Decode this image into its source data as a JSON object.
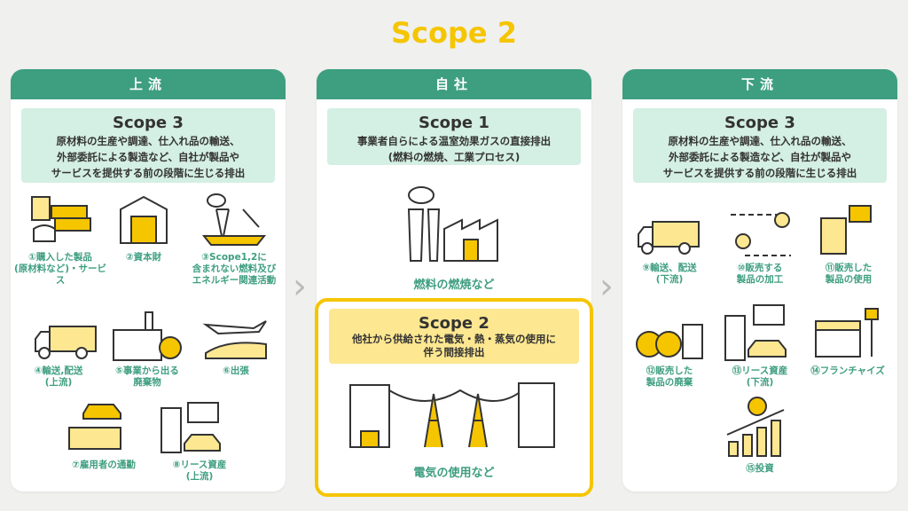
{
  "title": "Scope 2",
  "panels": {
    "upstream": {
      "header": "上流",
      "scope": "Scope 3",
      "desc1": "原材料の生産や調達、仕入れ品の輸送、",
      "desc2": "外部委託による製造など、自社が製品や",
      "desc3": "サービスを提供する前の段階に生じる排出",
      "items": [
        "①購入した製品\n(原材料など)・サービス",
        "②資本財",
        "③Scope1,2に\n含まれない燃料及び\nエネルギー関連活動",
        "④輸送,配送\n(上流)",
        "⑤事業から出る\n廃棄物",
        "⑥出張",
        "⑦雇用者の通勤",
        "⑧リース資産\n(上流)"
      ]
    },
    "company": {
      "header": "自社",
      "scope": "Scope 1",
      "desc1": "事業者自らによる温室効果ガスの直接排出",
      "desc2": "(燃料の燃焼、工業プロセス)",
      "label1": "燃料の燃焼など",
      "scope2": "Scope 2",
      "scope2_desc1": "他社から供給された電気・熱・蒸気の使用に",
      "scope2_desc2": "伴う間接排出",
      "label2": "電気の使用など"
    },
    "downstream": {
      "header": "下流",
      "scope": "Scope 3",
      "desc1": "原材料の生産や調達、仕入れ品の輸送、",
      "desc2": "外部委託による製造など、自社が製品や",
      "desc3": "サービスを提供する前の段階に生じる排出",
      "items": [
        "⑨輸送、配送\n(下流)",
        "⑩販売する\n製品の加工",
        "⑪販売した\n製品の使用",
        "⑫販売した\n製品の廃棄",
        "⑬リース資産\n(下流)",
        "⑭フランチャイズ",
        "⑮投資"
      ]
    }
  },
  "colors": {
    "green": "#3e9e80",
    "yellow": "#f5c500",
    "mint": "#d4efe3",
    "light_yellow": "#fde791"
  }
}
